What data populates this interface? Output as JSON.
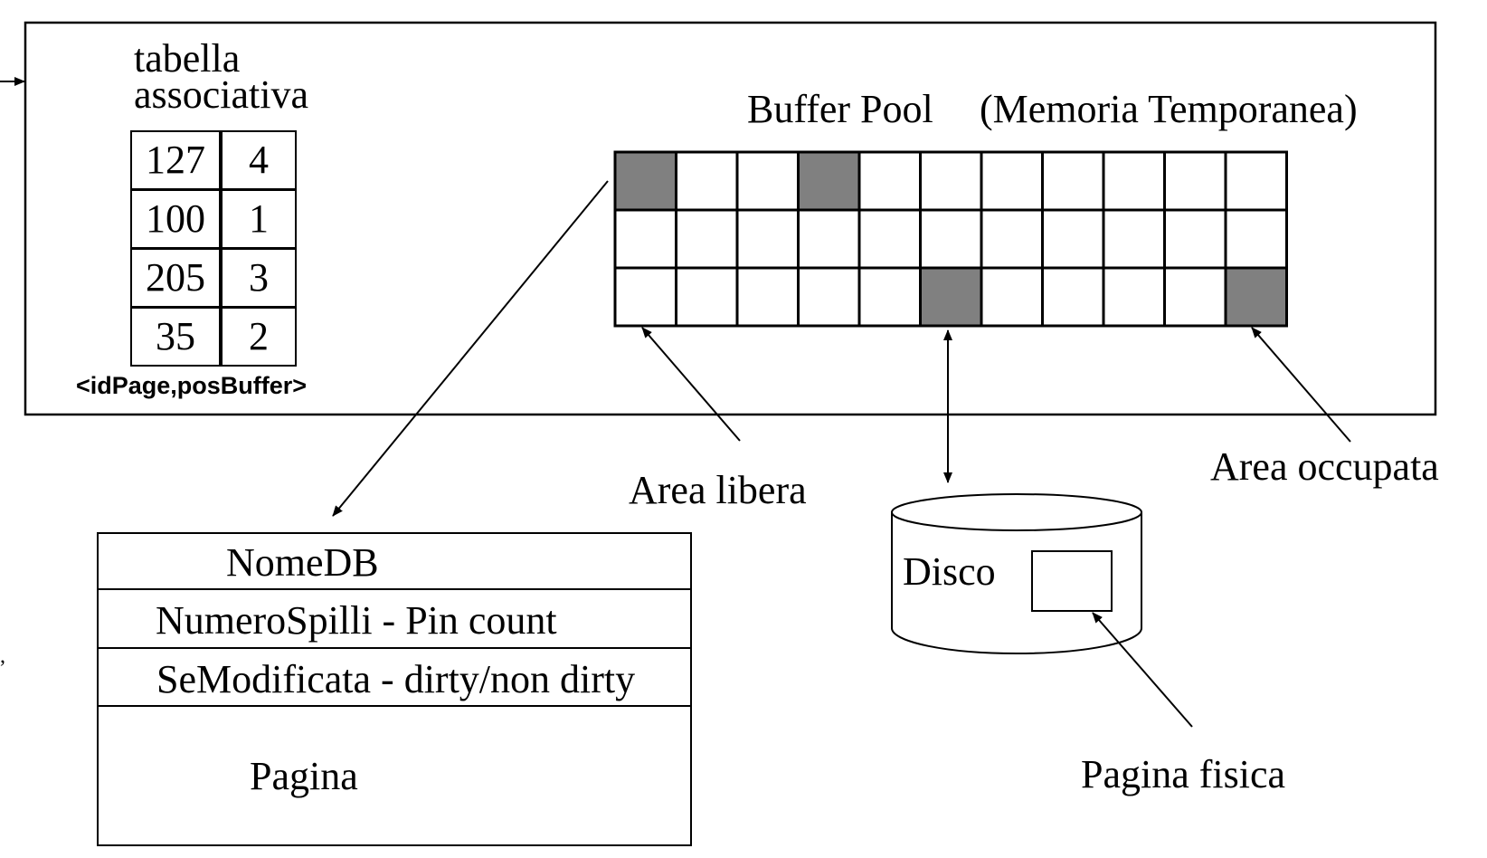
{
  "memory_panel": {
    "table_title_line1": "tabella",
    "table_title_line2": "associativa",
    "table_rows": [
      {
        "id_page": "127",
        "pos_buffer": "4"
      },
      {
        "id_page": "100",
        "pos_buffer": "1"
      },
      {
        "id_page": "205",
        "pos_buffer": "3"
      },
      {
        "id_page": "35",
        "pos_buffer": "2"
      }
    ],
    "table_caption": "<idPage,posBuffer>",
    "buffer_pool_label": "Buffer Pool",
    "buffer_pool_sublabel": "(Memoria Temporanea)",
    "buffer_grid": {
      "rows": 3,
      "cols": 11,
      "occupied_cells": [
        [
          0,
          0
        ],
        [
          0,
          3
        ],
        [
          2,
          5
        ],
        [
          2,
          10
        ]
      ],
      "occupied_color": "#808080",
      "free_color": "#ffffff"
    }
  },
  "labels": {
    "free_area": "Area libera",
    "occupied_area": "Area occupata",
    "disk": "Disco",
    "physical_page": "Pagina fisica"
  },
  "frame_struct": {
    "rows": [
      "NomeDB",
      "NumeroSpilli - Pin count",
      "SeModificata - dirty/non dirty",
      "Pagina"
    ]
  }
}
